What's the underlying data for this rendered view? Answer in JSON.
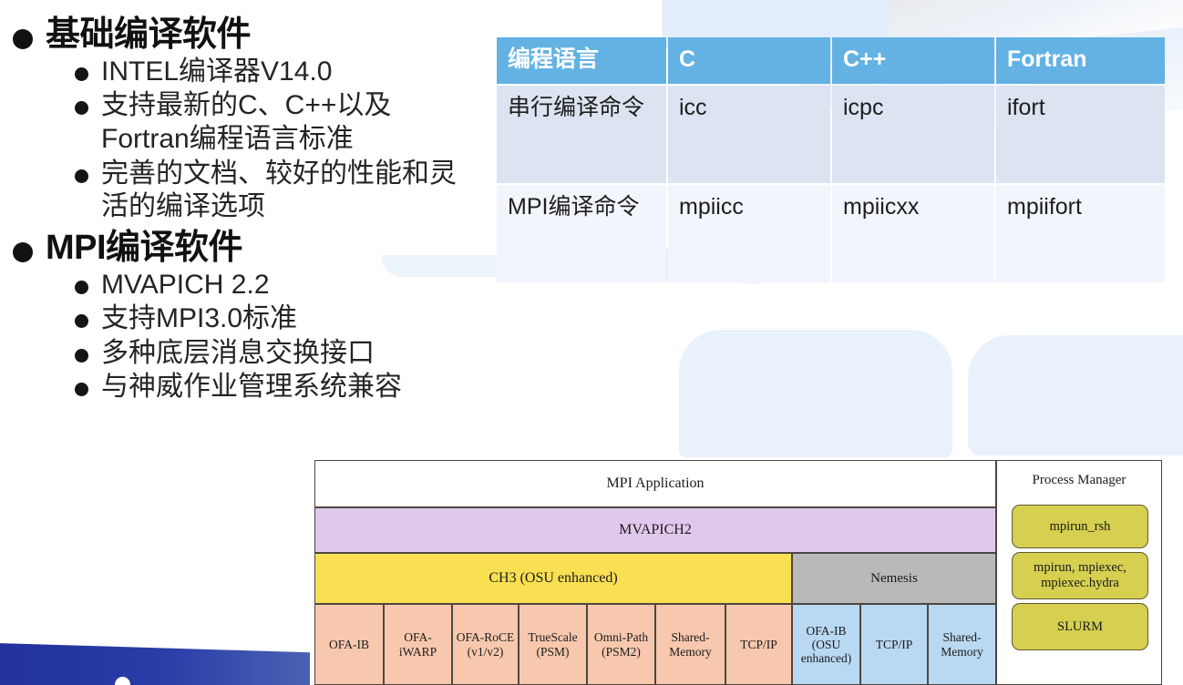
{
  "slide": {
    "title_bullets": [
      {
        "label": "基础编译软件",
        "sub": [
          "INTEL编译器V14.0",
          "支持最新的C、C++以及Fortran编程语言标准",
          "完善的文档、较好的性能和灵活的编译选项"
        ]
      },
      {
        "label": "MPI编译软件",
        "sub": [
          "MVAPICH 2.2",
          "支持MPI3.0标准",
          "多种底层消息交换接口",
          "与神威作业管理系统兼容"
        ]
      }
    ]
  },
  "table": {
    "headers": [
      "编程语言",
      "C",
      "C++",
      "Fortran"
    ],
    "rows": [
      {
        "label": "串行编译命令",
        "c": "icc",
        "cpp": "icpc",
        "fortran": "ifort"
      },
      {
        "label": "MPI编译命令",
        "c": "mpiicc",
        "cpp": "mpiicxx",
        "fortran": "mpiifort"
      }
    ],
    "header_bg": "#63b2e3",
    "row_a_bg": "#dce4f1",
    "row_b_bg": "#f2f5fb"
  },
  "diagram": {
    "application_row": "MPI Application",
    "library_row": "MVAPICH2",
    "channel_left": "CH3 (OSU enhanced)",
    "channel_right": "Nemesis",
    "ch3_interfaces": [
      "OFA-IB",
      "OFA-iWARP",
      "OFA-RoCE (v1/v2)",
      "TrueScale (PSM)",
      "Omni-Path (PSM2)",
      "Shared-Memory",
      "TCP/IP"
    ],
    "nemesis_interfaces": [
      "OFA-IB (OSU enhanced)",
      "TCP/IP",
      "Shared-Memory"
    ],
    "process_manager": {
      "title": "Process Manager",
      "items": [
        "mpirun_rsh",
        "mpirun, mpiexec, mpiexec.hydra",
        "SLURM"
      ]
    },
    "colors": {
      "library": "#e0c8ec",
      "ch3": "#f9df52",
      "nemesis": "#b9b9b9",
      "ch3_leaf": "#f7c8ae",
      "nemesis_leaf": "#b9d8f2",
      "pm_pill": "#d6cf50"
    }
  }
}
